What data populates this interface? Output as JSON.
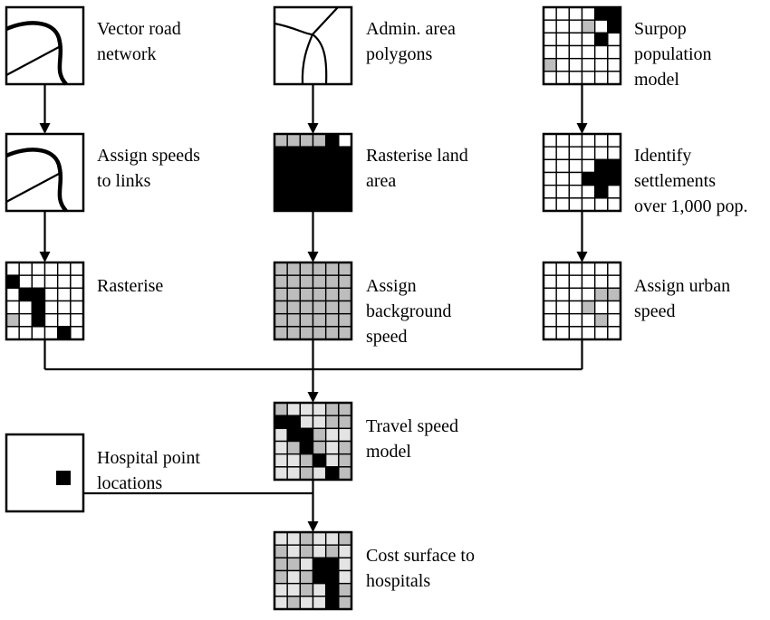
{
  "colors": {
    "line": "#000000",
    "black": "#000000",
    "gray": "#bdbdbd",
    "light": "#e4e4e4",
    "white": "#ffffff"
  },
  "steps": [
    {
      "id": "road",
      "icon": "road-map-icon",
      "label": "Vector road\nnetwork"
    },
    {
      "id": "admin",
      "icon": "admin-polygon-icon",
      "label": "Admin. area\npolygons"
    },
    {
      "id": "surpop",
      "icon": "population-grid-icon",
      "label": "Surpop\npopulation\nmodel",
      "grid": [
        "000011",
        "000201",
        "000010",
        "000000",
        "200000",
        "000000"
      ]
    },
    {
      "id": "speeds",
      "icon": "road-map-icon",
      "label": "Assign speeds\nto links"
    },
    {
      "id": "rland",
      "icon": "land-raster-icon",
      "label": "Rasterise land\narea",
      "grid": [
        "222210",
        "111111",
        "111111",
        "111111",
        "111111",
        "111111"
      ]
    },
    {
      "id": "settle",
      "icon": "settlement-grid-icon",
      "label": "Identify\nsettlements\nover 1,000 pop.",
      "grid": [
        "000000",
        "000000",
        "000011",
        "000111",
        "000010",
        "000000"
      ]
    },
    {
      "id": "rasterise",
      "icon": "road-raster-icon",
      "label": "Rasterise",
      "grid": [
        "000000",
        "100000",
        "011000",
        "001000",
        "201000",
        "000010"
      ]
    },
    {
      "id": "bg",
      "icon": "background-speed-grid-icon",
      "label": "Assign\nbackground\nspeed",
      "grid": [
        "222222",
        "222222",
        "222222",
        "222222",
        "222222",
        "222222"
      ]
    },
    {
      "id": "urban",
      "icon": "urban-speed-grid-icon",
      "label": "Assign urban\nspeed",
      "grid": [
        "000000",
        "000000",
        "000022",
        "000200",
        "000020",
        "000000"
      ]
    },
    {
      "id": "travel",
      "icon": "travel-speed-grid-icon",
      "label": "Travel speed\nmodel",
      "grid": [
        "233322",
        "113322",
        "311233",
        "321232",
        "332132",
        "332312"
      ]
    },
    {
      "id": "hospital",
      "icon": "hospital-point-icon",
      "label": "Hospital point\nlocations"
    },
    {
      "id": "cost",
      "icon": "cost-surface-grid-icon",
      "label": "Cost surface to\nhospitals",
      "grid": [
        "332332",
        "232323",
        "223113",
        "232113",
        "332312",
        "323312"
      ]
    }
  ]
}
